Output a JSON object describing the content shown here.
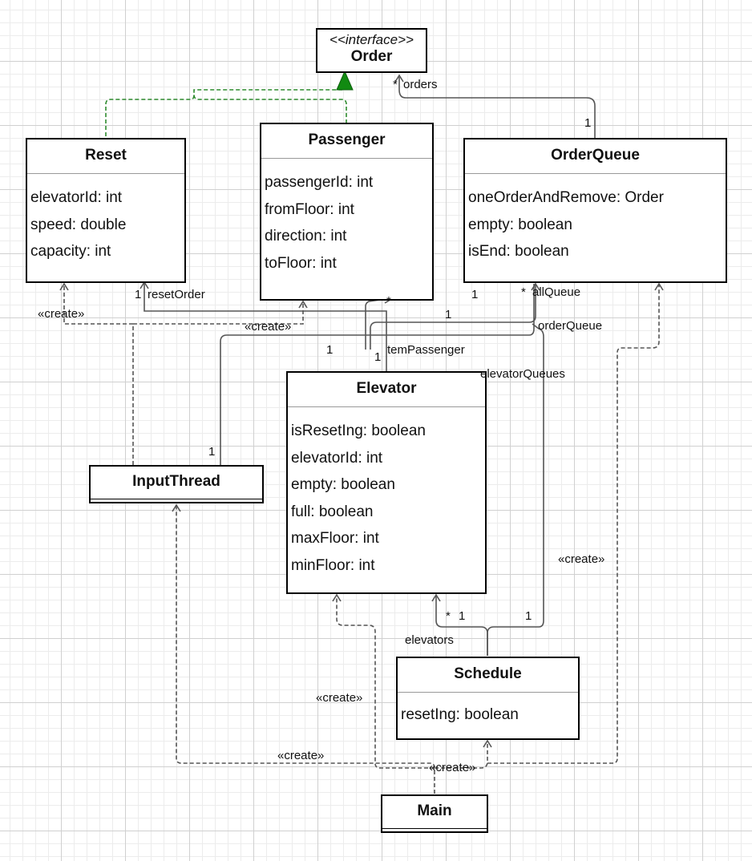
{
  "interface": {
    "stereotype": "<<interface>>",
    "name": "Order"
  },
  "classes": {
    "reset": {
      "name": "Reset",
      "attributes": [
        "elevatorId: int",
        "speed: double",
        "capacity: int"
      ]
    },
    "passenger": {
      "name": "Passenger",
      "attributes": [
        "passengerId: int",
        "fromFloor: int",
        "direction: int",
        "toFloor: int"
      ]
    },
    "orderqueue": {
      "name": "OrderQueue",
      "attributes": [
        "oneOrderAndRemove: Order",
        "empty: boolean",
        "isEnd: boolean"
      ]
    },
    "elevator": {
      "name": "Elevator",
      "attributes": [
        "isResetIng: boolean",
        "elevatorId: int",
        "empty: boolean",
        "full: boolean",
        "maxFloor: int",
        "minFloor: int"
      ]
    },
    "inputthread": {
      "name": "InputThread"
    },
    "schedule": {
      "name": "Schedule",
      "attributes": [
        "resetIng: boolean"
      ]
    },
    "main": {
      "name": "Main"
    }
  },
  "labels": {
    "orders_mult": "*",
    "orders_role": "orders",
    "orderqueue_one": "1",
    "reset_order_one": "1",
    "reset_order_role": "resetOrder",
    "create_reset": "«create»",
    "create_passenger": "«create»",
    "passenger_star": "*",
    "passenger_one_right": "1",
    "passenger_one_left": "1",
    "elevator_one": "1",
    "tem_passenger_role": "temPassenger",
    "oq_left_one": "1",
    "all_queue_star": "*",
    "all_queue_role": "allQueue",
    "order_queue_role": "orderQueue",
    "elevator_queues_role": "elevatorQueues",
    "input_thread_one": "1",
    "create_oq": "«create»",
    "elevators_star": "*",
    "elevators_one": "1",
    "elevators_role": "elevators",
    "schedule_one": "1",
    "create_elevator": "«create»",
    "create_input": "«create»",
    "create_schedule": "«create»"
  }
}
